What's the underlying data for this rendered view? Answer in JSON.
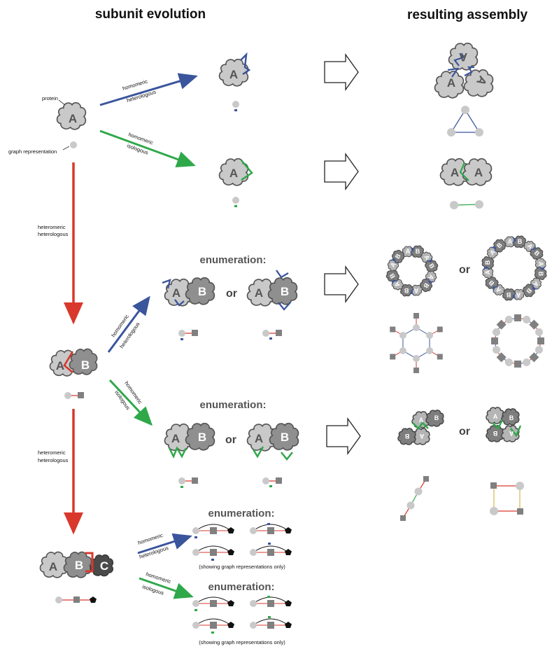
{
  "headers": {
    "left": "subunit evolution",
    "right": "resulting assembly"
  },
  "labels": {
    "protein": "protein",
    "graph_representation": "graph representation",
    "homomeric": "homomeric",
    "heterologous": "heterologous",
    "isologous": "isologous",
    "heteromeric": "heteromeric",
    "enumeration": "enumeration:",
    "or": "or",
    "showing_graph_only": "(showing graph representations only)"
  },
  "subunits": {
    "A": "A",
    "B": "B",
    "C": "C"
  },
  "colors": {
    "heterologous_homomeric": "#3a559c",
    "isologous_homomeric": "#2fa84a",
    "heteromeric": "#d9382c",
    "subunit_A": "#c9c9c9",
    "subunit_B": "#8f8f8f",
    "subunit_C": "#4a4a4a",
    "outline": "#555555"
  }
}
